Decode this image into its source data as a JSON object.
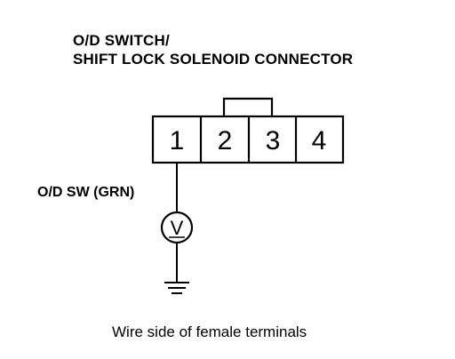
{
  "title": {
    "line1": "O/D SWITCH/",
    "line2": "SHIFT LOCK SOLENOID CONNECTOR"
  },
  "connector": {
    "pins": [
      "1",
      "2",
      "3",
      "4"
    ]
  },
  "wire_label": "O/D SW (GRN)",
  "meter_symbol": "V",
  "caption": "Wire side of female terminals"
}
